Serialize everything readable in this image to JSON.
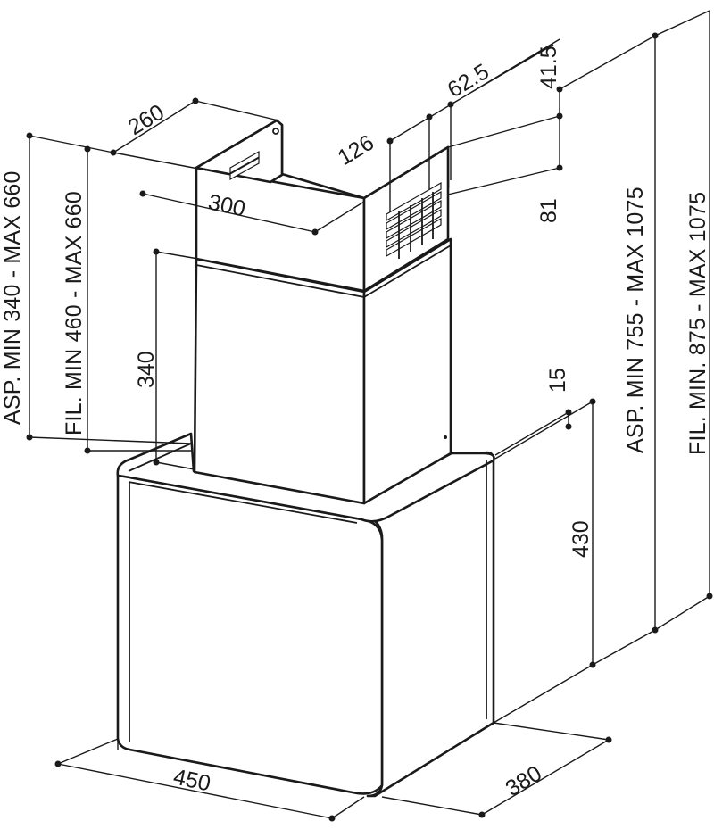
{
  "drawing": {
    "line_color": "#1a1a1a",
    "background": "#ffffff",
    "labels": {
      "depth_chimney": "260",
      "width_chimney": "300",
      "vent_126": "126",
      "vent_62_5": "62.5",
      "vent_41_5": "41.5",
      "vent_81": "81",
      "chimney_340": "340",
      "gap_15": "15",
      "body_430": "430",
      "body_450": "450",
      "body_380": "380",
      "asp_chimney": "ASP. MIN 340 - MAX 660",
      "fil_chimney": "FIL. MIN 460 - MAX 660",
      "asp_total": "ASP. MIN 755 - MAX 1075",
      "fil_total": "FIL. MIN. 875 - MAX 1075"
    }
  }
}
